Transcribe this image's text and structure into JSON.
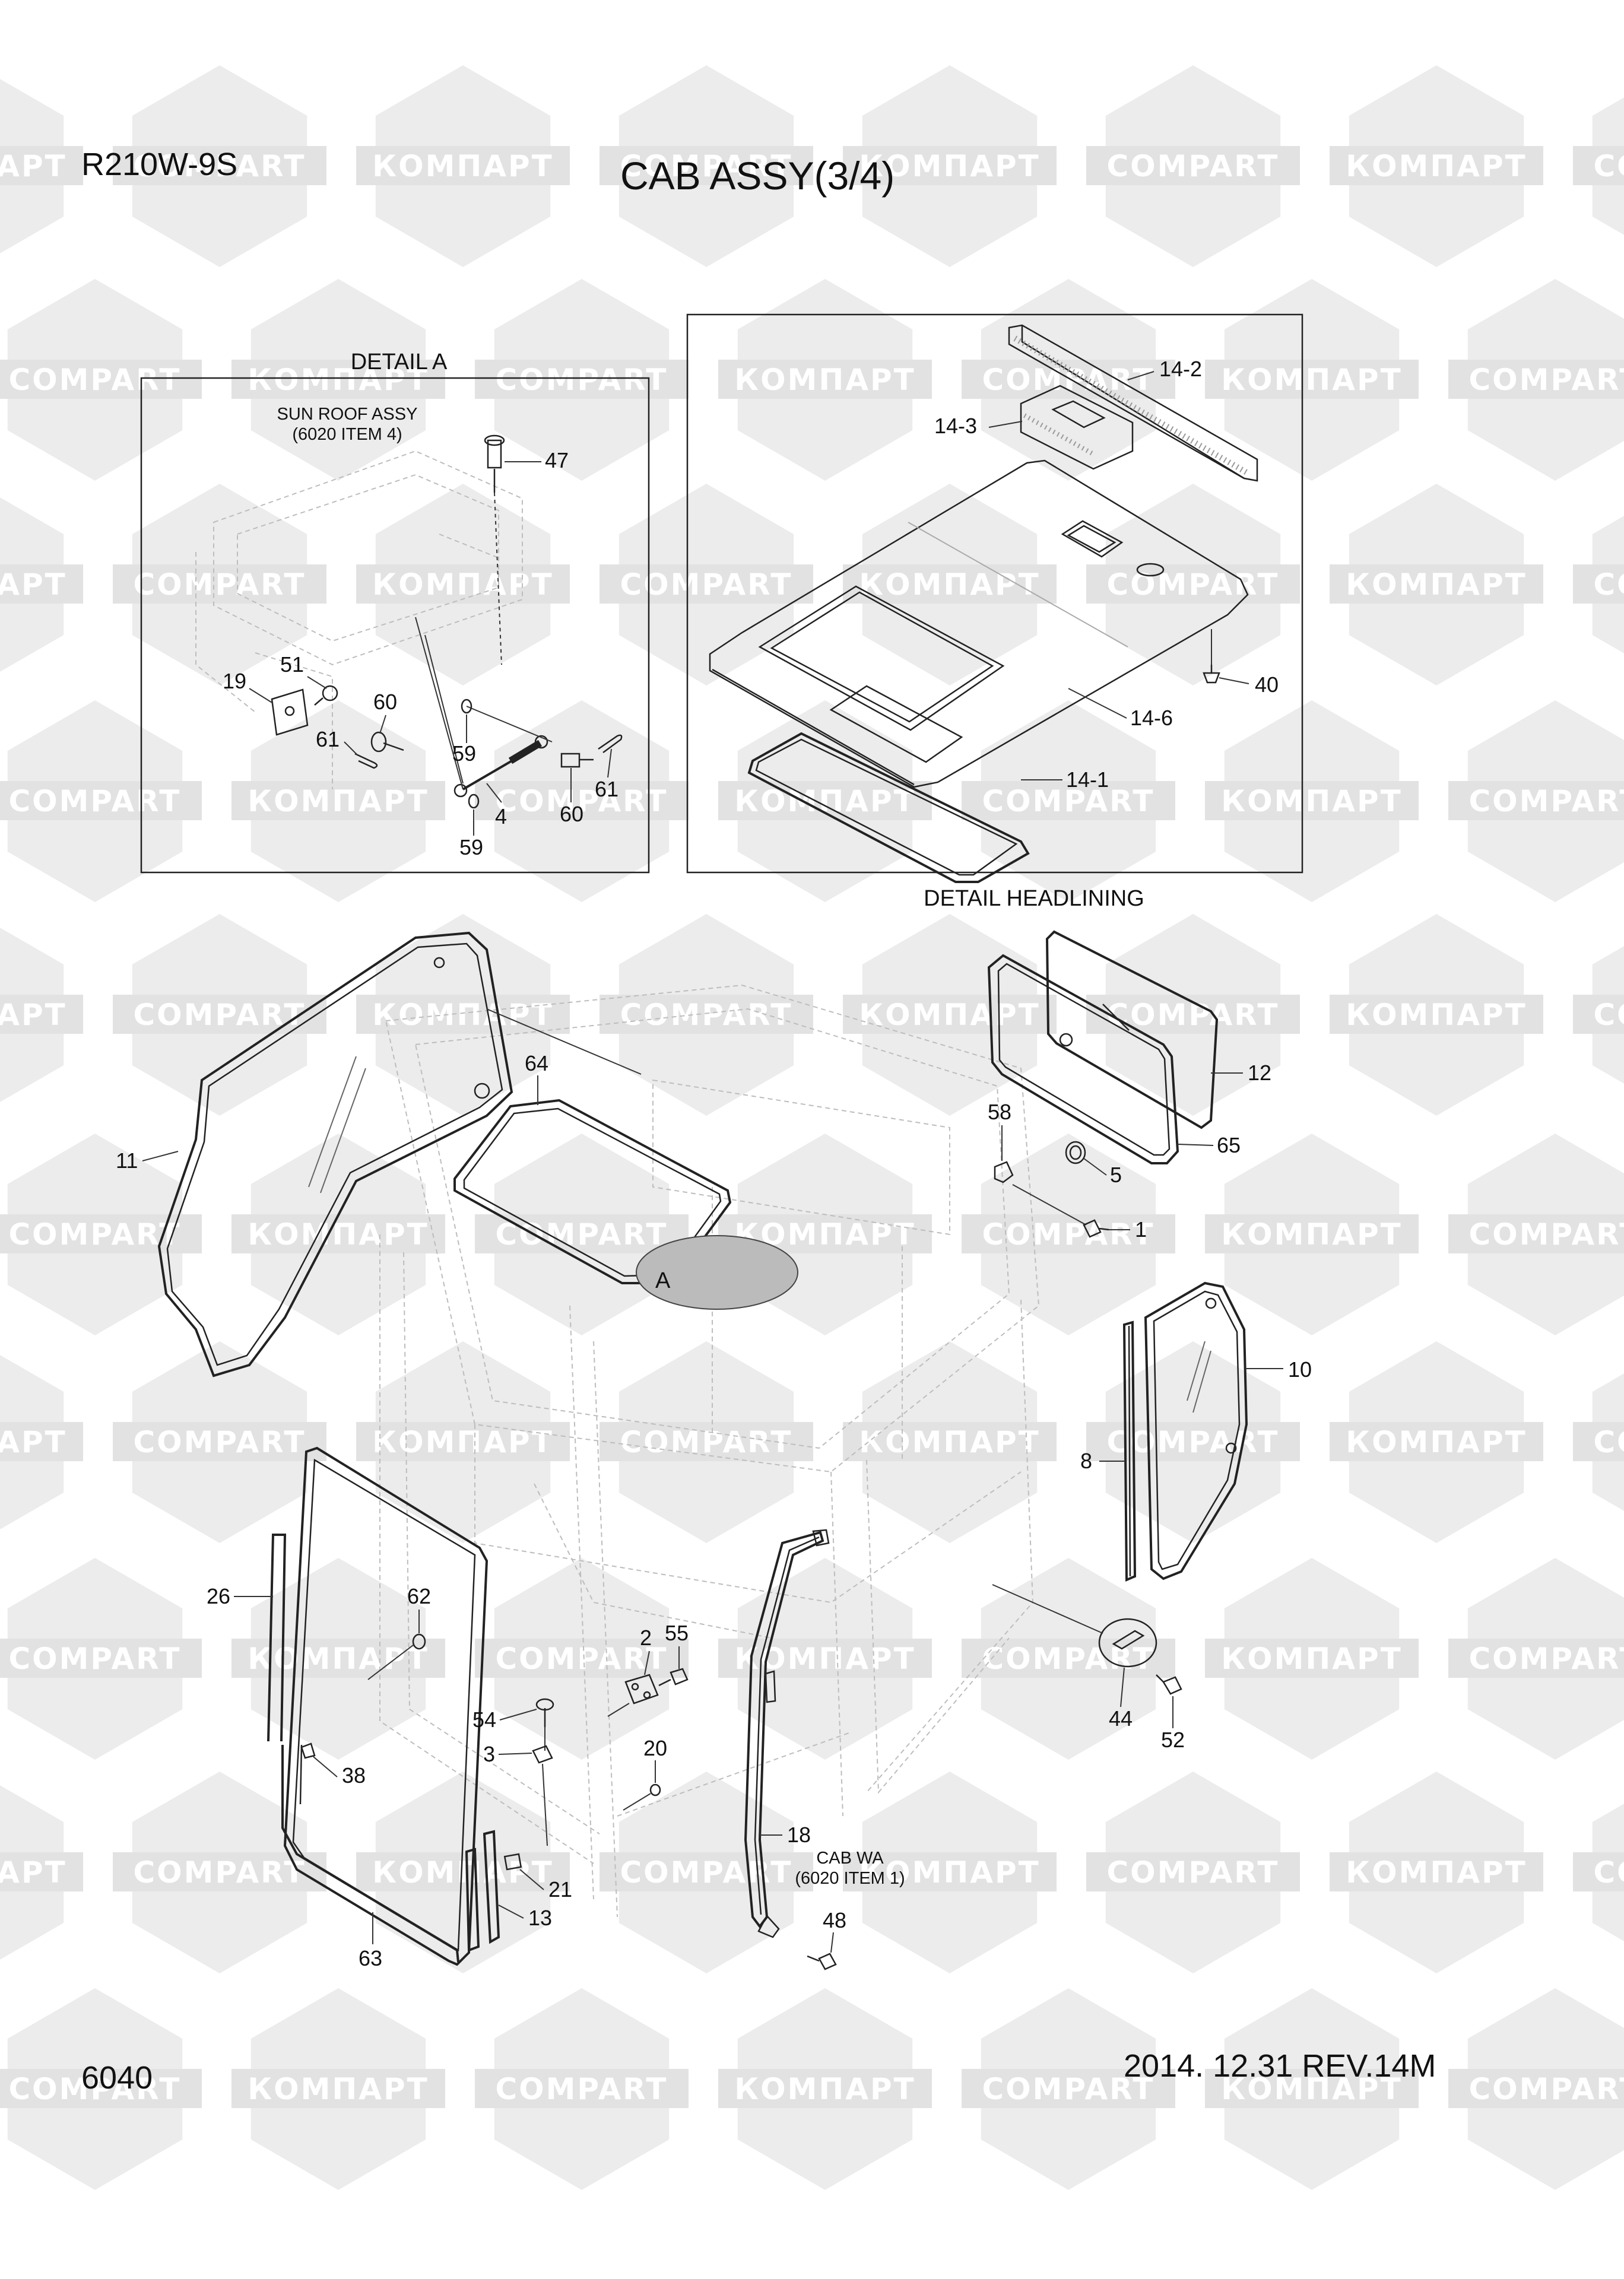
{
  "header": {
    "model": "R210W-9S",
    "title": "CAB ASSY(3/4)"
  },
  "footer": {
    "page_number": "6040",
    "revision": "2014. 12.31  REV.14M"
  },
  "watermark": {
    "text_latin": "COMPART",
    "text_cyrillic": "КОМПАРТ"
  },
  "detail_a": {
    "title": "DETAIL A",
    "note_line1": "SUN ROOF ASSY",
    "note_line2": "(6020 ITEM 4)"
  },
  "detail_headlining": {
    "title": "DETAIL HEADLINING"
  },
  "cab_note": {
    "line1": "CAB WA",
    "line2": "(6020 ITEM 1)"
  },
  "marker_a": "A",
  "part_labels": {
    "p47": "47",
    "p51": "51",
    "p19": "19",
    "p60a": "60",
    "p61a": "61",
    "p59a": "59",
    "p60b": "60",
    "p61b": "61",
    "p4": "4",
    "p59b": "59",
    "p14_2": "14-2",
    "p14_3": "14-3",
    "p40": "40",
    "p14_6": "14-6",
    "p14_1": "14-1",
    "p64": "64",
    "p11": "11",
    "p12": "12",
    "p58": "58",
    "p5": "5",
    "p65": "65",
    "p1": "1",
    "p10": "10",
    "p8": "8",
    "p26": "26",
    "p62": "62",
    "p2": "2",
    "p55": "55",
    "p54": "54",
    "p3": "3",
    "p20": "20",
    "p38": "38",
    "p44": "44",
    "p52": "52",
    "p18": "18",
    "p21": "21",
    "p13": "13",
    "p48": "48",
    "p63": "63"
  }
}
